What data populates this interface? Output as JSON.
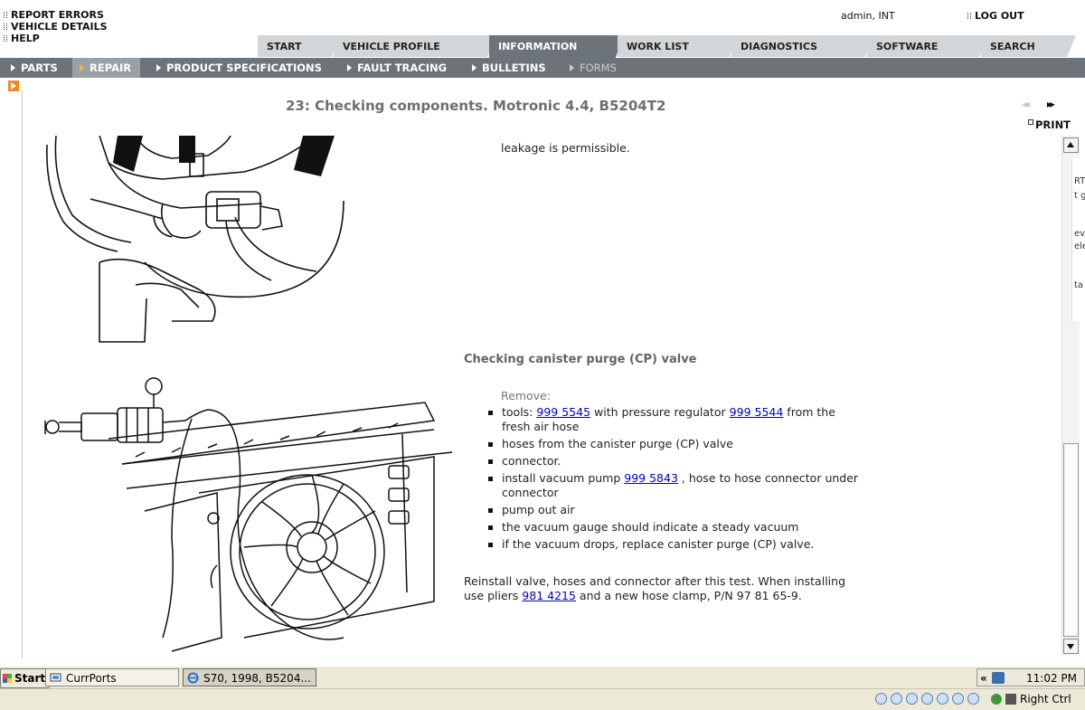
{
  "top_links": [
    "REPORT ERRORS",
    "VEHICLE DETAILS",
    "HELP"
  ],
  "user": "admin, INT",
  "logout": "LOG OUT",
  "tabs": [
    {
      "label": "START"
    },
    {
      "label": "VEHICLE PROFILE"
    },
    {
      "label": "INFORMATION",
      "active": true
    },
    {
      "label": "WORK LIST"
    },
    {
      "label": "DIAGNOSTICS"
    },
    {
      "label": "SOFTWARE"
    },
    {
      "label": "SEARCH"
    }
  ],
  "subnav": [
    {
      "label": "PARTS"
    },
    {
      "label": "REPAIR",
      "active": true
    },
    {
      "label": "PRODUCT SPECIFICATIONS"
    },
    {
      "label": "FAULT TRACING"
    },
    {
      "label": "BULLETINS"
    },
    {
      "label": "FORMS",
      "disabled": true
    }
  ],
  "page_title": "23: Checking components. Motronic 4.4, B5204T2",
  "nav_prev": "◂◂",
  "nav_next": "▸▸",
  "print_label": "PRINT",
  "content": {
    "leakage_text": "leakage is permissible.",
    "section_title": "Checking canister purge (CP) valve",
    "remove_label": "Remove:",
    "list": {
      "item0": {
        "pre": "tools: ",
        "link1": "999 5545",
        "mid": " with pressure regulator ",
        "link2": "999 5544",
        "post": " from the fresh air hose"
      },
      "item1": "hoses from the canister purge (CP) valve",
      "item2": "connector.",
      "item3": {
        "pre": "install vacuum pump ",
        "link": "999 5843",
        "post": " , hose to hose connector under connector"
      },
      "item4": "pump out air",
      "item5": "the vacuum gauge should indicate a steady vacuum",
      "item6": "if the vacuum drops, replace canister purge (CP) valve."
    },
    "reinstall": {
      "pre": "Reinstall valve, hoses and connector after this test. When installing use pliers ",
      "link": "981 4215",
      "post": " and a new hose clamp, P/N 97 81 65-9."
    }
  },
  "right_strip": [
    "RT",
    "t g",
    "eviz",
    "ele",
    "ta"
  ],
  "taskbar": {
    "start": "Start",
    "items": [
      "CurrPorts",
      "S70, 1998, B5204..."
    ],
    "chevron": "«",
    "clock": "11:02 PM"
  },
  "statusbar": {
    "right_ctrl": "Right Ctrl"
  },
  "colors": {
    "active_tab": "#6c7479",
    "inactive_tab": "#d3d6d8",
    "accent": "#f08a1c",
    "link": "#0000c8"
  }
}
